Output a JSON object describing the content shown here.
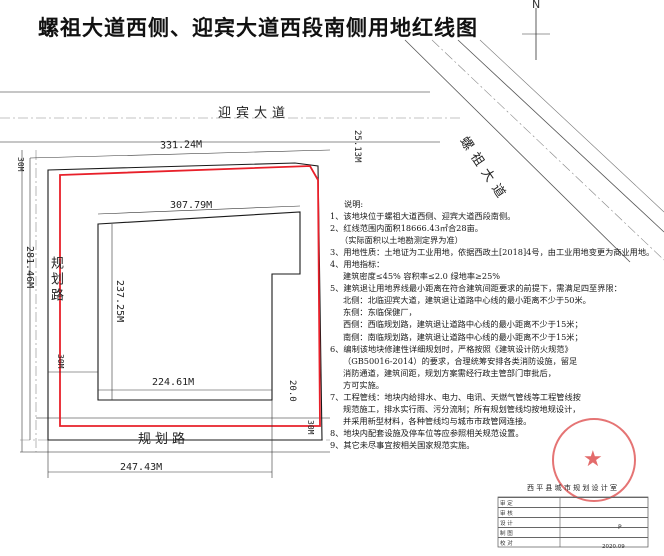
{
  "title": "螺祖大道西侧、迎宾大道西段南侧用地红线图",
  "north_label": "N",
  "roads": {
    "yingbin": "迎宾大道",
    "leizu": "螺祖大道",
    "guihua_west": "规划路",
    "guihua_south": "规划路"
  },
  "dimensions": {
    "top_outer": "331.24M",
    "top_inner": "307.79M",
    "corner_top_right": "25.13M",
    "left_outer_offset": "30M",
    "left_outer": "281.46M",
    "left_inner_offset": "30M",
    "inner_height": "237.25M",
    "bottom_inner": "224.61M",
    "bottom_right_offset": "20.0",
    "bottom_right_30": "30M",
    "bottom_outer": "247.43M"
  },
  "notes": {
    "heading": "说明:",
    "lines": [
      "1、该地块位于螺祖大道西侧、迎宾大道西段南侧。",
      "2、红线范围内面积18666.43㎡合28亩。",
      "（实际面积以土地勘测定界为准）",
      "3、用地性质：土地证为工业用地，依据西政土[2018]4号，由工业用地变更为商业用地。",
      "4、用地指标：",
      "建筑密度≤45%    容积率≤2.0    绿地率≥25%",
      "5、建筑退让用地界线最小距离在符合建筑间距要求的前提下，需满足四至界限：",
      "北侧：北临迎宾大道，建筑退让道路中心线的最小距离不少于50米。",
      "东侧：东临保健厂，",
      "西侧：西临规划路，建筑退让道路中心线的最小距离不少于15米；",
      "南侧：南临规划路，建筑退让道路中心线的最小距离不少于15米；",
      "6、编制该地块修建性详细规划时，严格按照《建筑设计防火规范》",
      "（GB50016-2014）的要求，合理统筹安排各类消防设施，留足",
      "消防通道，建筑间距，规划方案需经行政主管部门审批后，",
      "方可实施。",
      "7、工程管线：地块内给排水、电力、电讯、天燃气管线等工程管线按",
      "规范施工，排水实行雨、污分流制；所有规划管线均按地规设计，",
      "并采用新型材料，各种管线均与城市市政管网连接。",
      "8、地块内配套设施及停车位等应参照相关规范设置。",
      "9、其它未尽事宜按相关国家规范实施。"
    ]
  },
  "titleblock": {
    "header": "西 平 县 城 市 规 划 设 计 室",
    "rows": [
      "审 定",
      "审 核",
      "设 计",
      "制 图",
      "校 对"
    ],
    "page_mark": "P",
    "date": "2020.09"
  },
  "colors": {
    "red_line": "#e8202a",
    "black_line": "#1a1a1a",
    "road_line": "#444444"
  }
}
